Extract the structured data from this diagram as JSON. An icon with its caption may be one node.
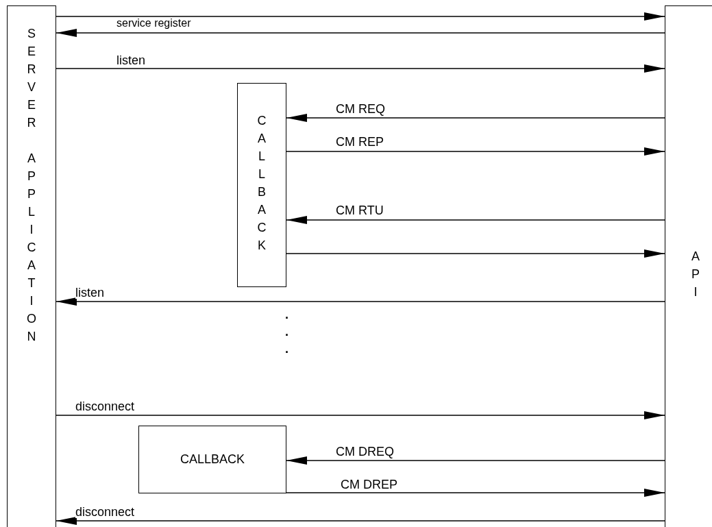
{
  "diagram": {
    "nodes": [
      {
        "text": [
          "SERVER APPLICATION"
        ]
      },
      {
        "text": [
          "API"
        ]
      },
      {
        "text": [
          "CALLBACK"
        ]
      },
      {
        "text": [
          "CALLBACK"
        ]
      }
    ],
    "edges": [
      {
        "from": 0,
        "to": 1,
        "arrow": "to"
      },
      {
        "from": 1,
        "to": 0,
        "arrow": "to",
        "label": "service register"
      },
      {
        "from": 0,
        "to": 1,
        "arrow": "to",
        "label": "listen"
      },
      {
        "from": 1,
        "to": 2,
        "arrow": "to",
        "label": "CM REQ"
      },
      {
        "from": 2,
        "to": 1,
        "arrow": "to",
        "label": "CM REP"
      },
      {
        "from": 1,
        "to": 2,
        "arrow": "to",
        "label": "CM RTU"
      },
      {
        "from": 2,
        "to": 1,
        "arrow": "to"
      },
      {
        "from": 1,
        "to": 0,
        "arrow": "to",
        "label": "listen"
      },
      {
        "from": 0,
        "to": 1,
        "arrow": "to",
        "label": "disconnect"
      },
      {
        "from": 1,
        "to": 3,
        "arrow": "to",
        "label": "CM DREQ"
      },
      {
        "from": 3,
        "to": 1,
        "arrow": "to",
        "label": "CM DREP"
      },
      {
        "from": 1,
        "to": 0,
        "arrow": "to",
        "label": "disconnect"
      }
    ],
    "labels": [
      ".",
      ".",
      "."
    ]
  }
}
